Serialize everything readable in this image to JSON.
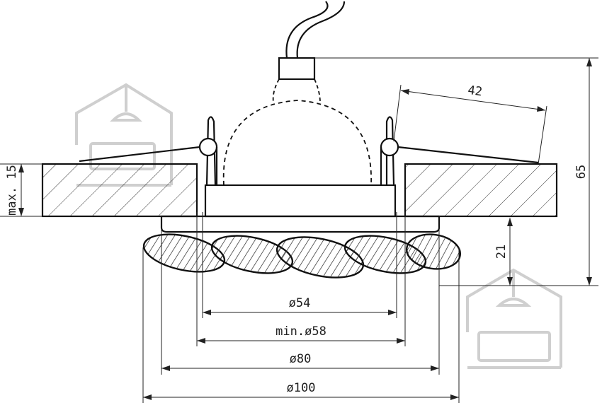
{
  "drawing": {
    "dimensions": {
      "d54": "ø54",
      "d58": "min.ø58",
      "d80": "ø80",
      "d100": "ø100",
      "h65": "65",
      "h21": "21",
      "w42": "42",
      "max15": "max. 15"
    },
    "watermark_icon": "house-logo-icon",
    "colors": {
      "line": "#111111",
      "watermark": "#cfcfcf"
    }
  }
}
